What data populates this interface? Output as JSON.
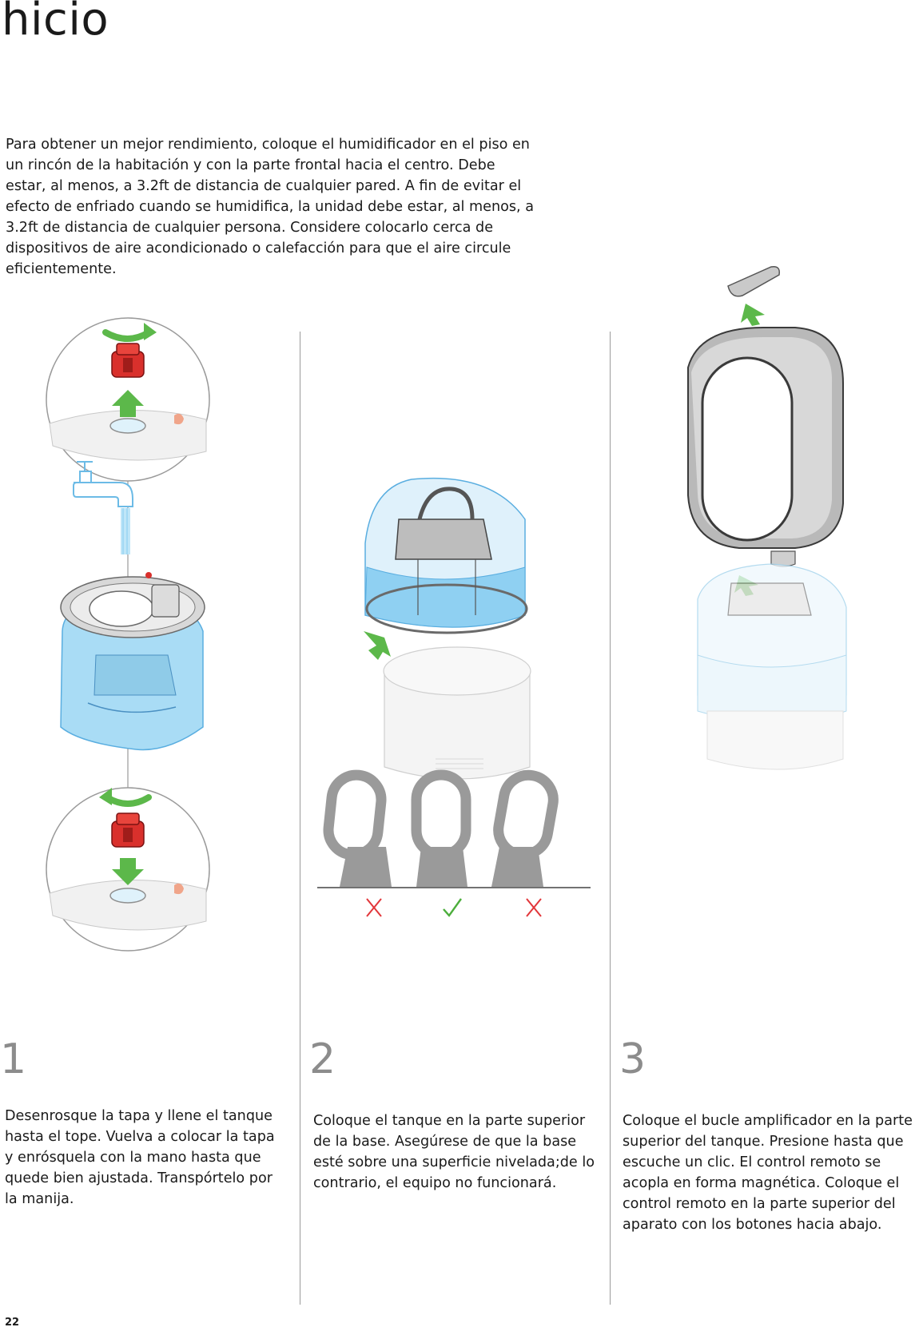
{
  "page": {
    "title": "hicio",
    "intro": "Para obtener un mejor rendimiento, coloque el humidificador en el piso en un rincón de la habitación y con la parte frontal hacia el centro. Debe estar, al menos, a 3.2ft de distancia de cualquier pared. A fin de evitar el efecto de enfriado cuando se humidifica, la unidad debe estar, al menos, a 3.2ft de distancia de cualquier persona. Considere colocarlo cerca de dispositivos de aire acondicionado o calefacción para que el aire circule eficientemente.",
    "page_number": "22"
  },
  "steps": [
    {
      "number": "1",
      "text": "Desenrosque la tapa y llene el tanque hasta el tope. Vuelva a colocar la tapa y enrósquela con la mano hasta que quede bien ajustada. Transpórtelo por la manija."
    },
    {
      "number": "2",
      "text": "Coloque el tanque en la parte superior de la base. Asegúrese de que la base esté sobre una superficie nivelada;de lo contrario, el equipo no funcionará."
    },
    {
      "number": "3",
      "text": "Coloque el bucle amplificador en la parte superior del tanque. Presione hasta que escuche un clic. El control remoto se acopla en forma magnética. Coloque el control remoto en la parte superior del aparato con los botones hacia abajo."
    }
  ],
  "colors": {
    "arrow_green": "#5cb84a",
    "cap_red": "#d9302c",
    "water_blue": "#8fd0f2",
    "tank_outline": "#5aaee0",
    "cross_red": "#e2363a",
    "check_green": "#4cae3c",
    "divider_gray": "#9a9a9a"
  },
  "icons": [
    "rotate-arrow-icon",
    "cap-icon",
    "up-arrow-icon",
    "down-arrow-icon",
    "faucet-icon",
    "cross-icon",
    "check-icon"
  ]
}
